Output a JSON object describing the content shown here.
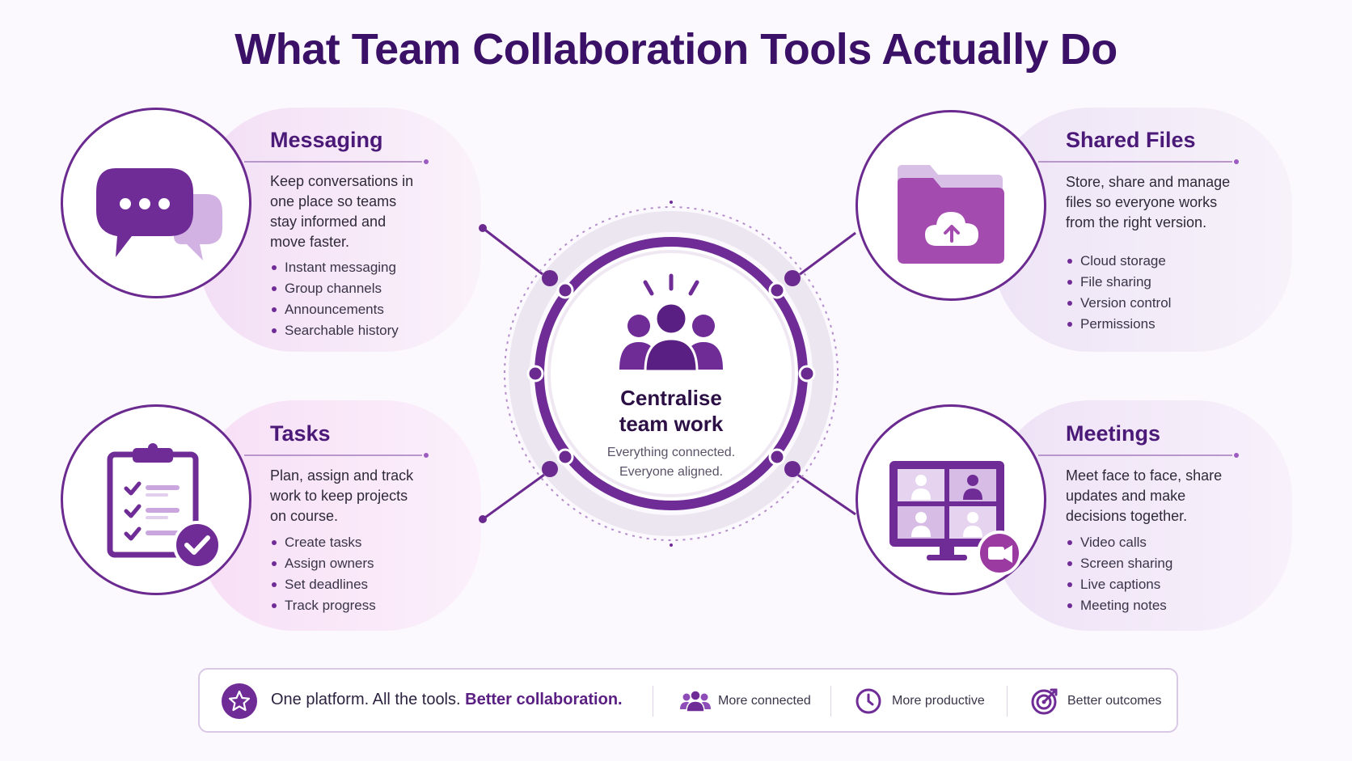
{
  "title": "What Team Collaboration Tools Actually Do",
  "center": {
    "title_line1": "Centralise",
    "title_line2": "team work",
    "sub_line1": "Everything connected.",
    "sub_line2": "Everyone aligned.",
    "icon": "team-icon"
  },
  "cards": {
    "messaging": {
      "title": "Messaging",
      "desc": [
        "Keep conversations in",
        "one place so teams",
        "stay informed and",
        "move faster."
      ],
      "bullets": [
        "Instant messaging",
        "Group channels",
        "Announcements",
        "Searchable history"
      ],
      "icon": "chat-bubbles-icon"
    },
    "files": {
      "title": "Shared Files",
      "desc": [
        "Store, share and manage",
        "files so everyone works",
        "from the right version."
      ],
      "bullets": [
        "Cloud storage",
        "File sharing",
        "Version control",
        "Permissions"
      ],
      "icon": "cloud-folder-icon"
    },
    "tasks": {
      "title": "Tasks",
      "desc": [
        "Plan, assign and track",
        "work to keep projects",
        "on course."
      ],
      "bullets": [
        "Create tasks",
        "Assign owners",
        "Set deadlines",
        "Track progress"
      ],
      "icon": "clipboard-checklist-icon"
    },
    "meetings": {
      "title": "Meetings",
      "desc": [
        "Meet face to face, share",
        "updates and make",
        "decisions together."
      ],
      "bullets": [
        "Video calls",
        "Screen sharing",
        "Live captions",
        "Meeting notes"
      ],
      "icon": "video-call-monitor-icon"
    }
  },
  "footer": {
    "tagline_plain": "One platform. All the tools.",
    "tagline_bold": "Better collaboration.",
    "stats": [
      "More connected",
      "More productive",
      "Better outcomes"
    ]
  },
  "colors": {
    "primary": "#6f2c96",
    "dark": "#3a1166",
    "accent_light": "#c9a6dd",
    "blob": "#f4e7f8"
  }
}
